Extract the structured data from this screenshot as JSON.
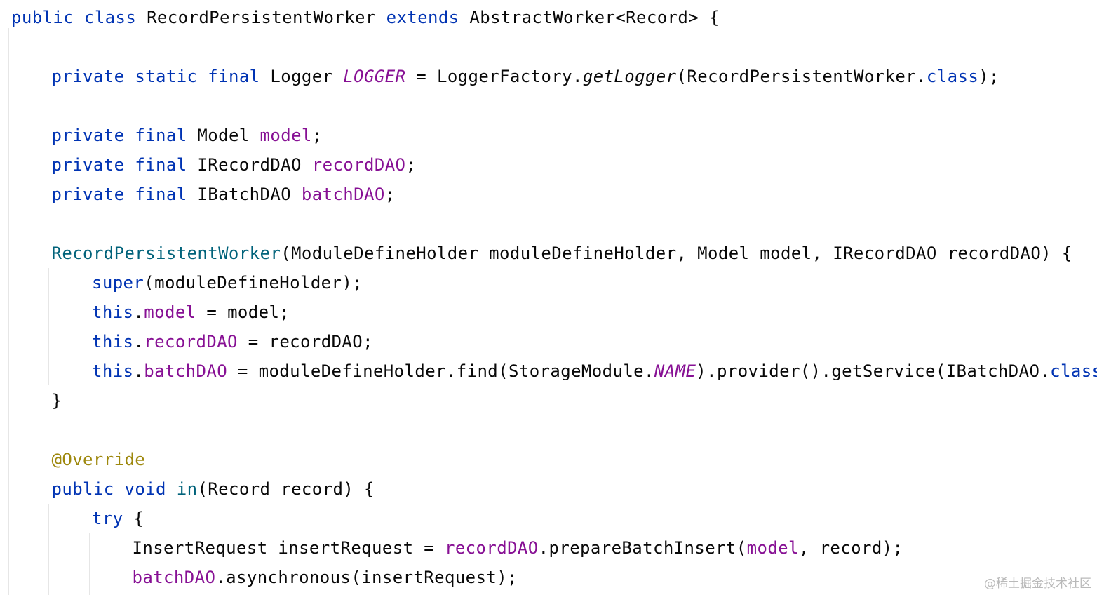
{
  "editor": {
    "lines": [
      {
        "indent": 0,
        "tokens": [
          {
            "t": "public",
            "k": "kw"
          },
          {
            "t": " ",
            "k": "plain"
          },
          {
            "t": "class",
            "k": "kw"
          },
          {
            "t": " RecordPersistentWorker ",
            "k": "plain"
          },
          {
            "t": "extends",
            "k": "kw"
          },
          {
            "t": " AbstractWorker<Record> {",
            "k": "plain"
          }
        ]
      },
      {
        "indent": 0,
        "tokens": []
      },
      {
        "indent": 1,
        "tokens": [
          {
            "t": "private",
            "k": "kw"
          },
          {
            "t": " ",
            "k": "plain"
          },
          {
            "t": "static",
            "k": "kw"
          },
          {
            "t": " ",
            "k": "plain"
          },
          {
            "t": "final",
            "k": "kw"
          },
          {
            "t": " Logger ",
            "k": "plain"
          },
          {
            "t": "LOGGER",
            "k": "static"
          },
          {
            "t": " = LoggerFactory.",
            "k": "plain"
          },
          {
            "t": "getLogger",
            "k": "call-static"
          },
          {
            "t": "(RecordPersistentWorker.",
            "k": "plain"
          },
          {
            "t": "class",
            "k": "kw"
          },
          {
            "t": ");",
            "k": "plain"
          }
        ]
      },
      {
        "indent": 0,
        "tokens": []
      },
      {
        "indent": 1,
        "tokens": [
          {
            "t": "private",
            "k": "kw"
          },
          {
            "t": " ",
            "k": "plain"
          },
          {
            "t": "final",
            "k": "kw"
          },
          {
            "t": " Model ",
            "k": "plain"
          },
          {
            "t": "model",
            "k": "field"
          },
          {
            "t": ";",
            "k": "plain"
          }
        ]
      },
      {
        "indent": 1,
        "tokens": [
          {
            "t": "private",
            "k": "kw"
          },
          {
            "t": " ",
            "k": "plain"
          },
          {
            "t": "final",
            "k": "kw"
          },
          {
            "t": " IRecordDAO ",
            "k": "plain"
          },
          {
            "t": "recordDAO",
            "k": "field"
          },
          {
            "t": ";",
            "k": "plain"
          }
        ]
      },
      {
        "indent": 1,
        "tokens": [
          {
            "t": "private",
            "k": "kw"
          },
          {
            "t": " ",
            "k": "plain"
          },
          {
            "t": "final",
            "k": "kw"
          },
          {
            "t": " IBatchDAO ",
            "k": "plain"
          },
          {
            "t": "batchDAO",
            "k": "field"
          },
          {
            "t": ";",
            "k": "plain"
          }
        ]
      },
      {
        "indent": 0,
        "tokens": []
      },
      {
        "indent": 1,
        "tokens": [
          {
            "t": "RecordPersistentWorker",
            "k": "method"
          },
          {
            "t": "(ModuleDefineHolder moduleDefineHolder, Model model, IRecordDAO recordDAO) {",
            "k": "plain"
          }
        ]
      },
      {
        "indent": 2,
        "tokens": [
          {
            "t": "super",
            "k": "kw"
          },
          {
            "t": "(moduleDefineHolder);",
            "k": "plain"
          }
        ]
      },
      {
        "indent": 2,
        "tokens": [
          {
            "t": "this",
            "k": "kw"
          },
          {
            "t": ".",
            "k": "plain"
          },
          {
            "t": "model",
            "k": "field"
          },
          {
            "t": " = model;",
            "k": "plain"
          }
        ]
      },
      {
        "indent": 2,
        "tokens": [
          {
            "t": "this",
            "k": "kw"
          },
          {
            "t": ".",
            "k": "plain"
          },
          {
            "t": "recordDAO",
            "k": "field"
          },
          {
            "t": " = recordDAO;",
            "k": "plain"
          }
        ]
      },
      {
        "indent": 2,
        "tokens": [
          {
            "t": "this",
            "k": "kw"
          },
          {
            "t": ".",
            "k": "plain"
          },
          {
            "t": "batchDAO",
            "k": "field"
          },
          {
            "t": " = moduleDefineHolder.find(StorageModule.",
            "k": "plain"
          },
          {
            "t": "NAME",
            "k": "static"
          },
          {
            "t": ").provider().getService(IBatchDAO.",
            "k": "plain"
          },
          {
            "t": "class",
            "k": "kw"
          },
          {
            "t": ");",
            "k": "plain"
          }
        ]
      },
      {
        "indent": 1,
        "tokens": [
          {
            "t": "}",
            "k": "plain"
          }
        ]
      },
      {
        "indent": 0,
        "tokens": []
      },
      {
        "indent": 1,
        "tokens": [
          {
            "t": "@Override",
            "k": "anno"
          }
        ]
      },
      {
        "indent": 1,
        "tokens": [
          {
            "t": "public",
            "k": "kw"
          },
          {
            "t": " ",
            "k": "plain"
          },
          {
            "t": "void",
            "k": "kw"
          },
          {
            "t": " ",
            "k": "plain"
          },
          {
            "t": "in",
            "k": "method"
          },
          {
            "t": "(Record record) {",
            "k": "plain"
          }
        ]
      },
      {
        "indent": 2,
        "tokens": [
          {
            "t": "try",
            "k": "kw"
          },
          {
            "t": " {",
            "k": "plain"
          }
        ]
      },
      {
        "indent": 3,
        "tokens": [
          {
            "t": "InsertRequest insertRequest = ",
            "k": "plain"
          },
          {
            "t": "recordDAO",
            "k": "field"
          },
          {
            "t": ".prepareBatchInsert(",
            "k": "plain"
          },
          {
            "t": "model",
            "k": "field"
          },
          {
            "t": ", record);",
            "k": "plain"
          }
        ]
      },
      {
        "indent": 3,
        "tokens": [
          {
            "t": "batchDAO",
            "k": "field"
          },
          {
            "t": ".asynchronous(insertRequest);",
            "k": "plain"
          }
        ]
      }
    ]
  },
  "watermark": "@稀土掘金技术社区",
  "colors": {
    "keyword": "#0033b3",
    "field": "#871094",
    "method": "#00627a",
    "annotation": "#9e880d",
    "text": "#080808",
    "indent_guide": "#e6e6e6"
  }
}
